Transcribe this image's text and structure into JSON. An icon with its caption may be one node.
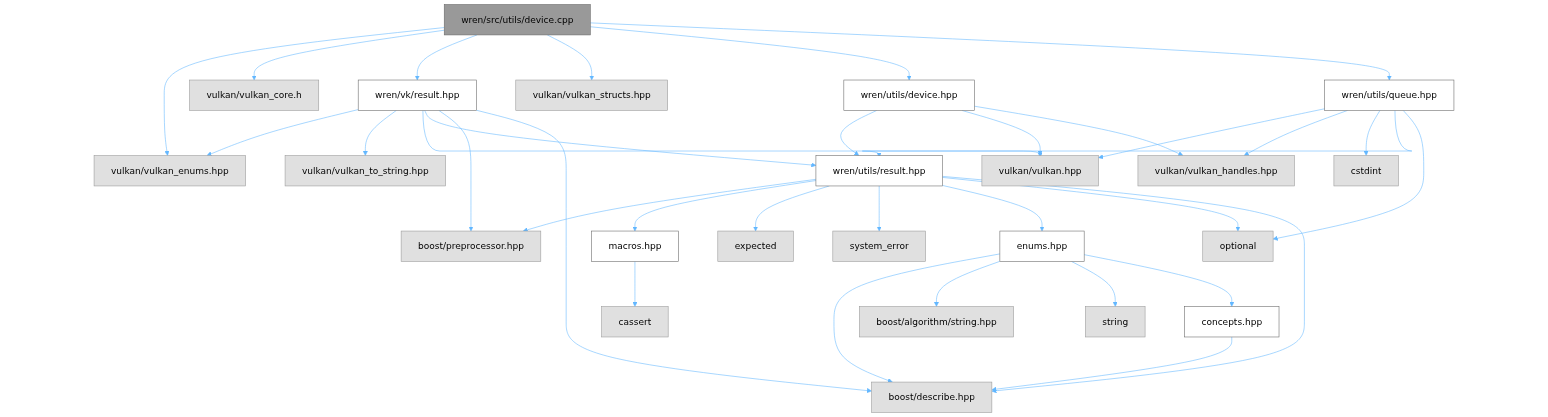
{
  "diagram": {
    "nodes": [
      {
        "text": [
          "wren/src/utils/device.cpp"
        ]
      },
      {
        "text": [
          "vulkan/vulkan_core.h"
        ]
      },
      {
        "text": [
          "wren/vk/result.hpp"
        ]
      },
      {
        "text": [
          "vulkan/vulkan_structs.hpp"
        ]
      },
      {
        "text": [
          "wren/utils/device.hpp"
        ]
      },
      {
        "text": [
          "wren/utils/queue.hpp"
        ]
      },
      {
        "text": [
          "vulkan/vulkan_enums.hpp"
        ]
      },
      {
        "text": [
          "vulkan/vulkan_to_string.hpp"
        ]
      },
      {
        "text": [
          "wren/utils/result.hpp"
        ]
      },
      {
        "text": [
          "vulkan/vulkan.hpp"
        ]
      },
      {
        "text": [
          "vulkan/vulkan_handles.hpp"
        ]
      },
      {
        "text": [
          "cstdint"
        ]
      },
      {
        "text": [
          "boost/preprocessor.hpp"
        ]
      },
      {
        "text": [
          "macros.hpp"
        ]
      },
      {
        "text": [
          "expected"
        ]
      },
      {
        "text": [
          "system_error"
        ]
      },
      {
        "text": [
          "enums.hpp"
        ]
      },
      {
        "text": [
          "optional"
        ]
      },
      {
        "text": [
          "cassert"
        ]
      },
      {
        "text": [
          "boost/algorithm/string.hpp"
        ]
      },
      {
        "text": [
          "string"
        ]
      },
      {
        "text": [
          "concepts.hpp"
        ]
      },
      {
        "text": [
          "boost/describe.hpp"
        ]
      }
    ],
    "edges": [
      {
        "from": 0,
        "to": 6,
        "arrow": "to"
      },
      {
        "from": 0,
        "to": 1,
        "arrow": "to"
      },
      {
        "from": 0,
        "to": 2,
        "arrow": "to"
      },
      {
        "from": 0,
        "to": 3,
        "arrow": "to"
      },
      {
        "from": 0,
        "to": 4,
        "arrow": "to"
      },
      {
        "from": 0,
        "to": 5,
        "arrow": "to"
      },
      {
        "from": 2,
        "to": 6,
        "arrow": "to"
      },
      {
        "from": 2,
        "to": 7,
        "arrow": "to"
      },
      {
        "from": 2,
        "to": 9,
        "arrow": "to"
      },
      {
        "from": 2,
        "to": 8,
        "arrow": "to"
      },
      {
        "from": 2,
        "to": 12,
        "arrow": "to"
      },
      {
        "from": 2,
        "to": 22,
        "arrow": "to"
      },
      {
        "from": 4,
        "to": 8,
        "arrow": "to"
      },
      {
        "from": 4,
        "to": 9,
        "arrow": "to"
      },
      {
        "from": 4,
        "to": 10,
        "arrow": "to"
      },
      {
        "from": 5,
        "to": 8,
        "arrow": "to"
      },
      {
        "from": 5,
        "to": 9,
        "arrow": "to"
      },
      {
        "from": 5,
        "to": 10,
        "arrow": "to"
      },
      {
        "from": 5,
        "to": 11,
        "arrow": "to"
      },
      {
        "from": 5,
        "to": 17,
        "arrow": "to"
      },
      {
        "from": 8,
        "to": 12,
        "arrow": "to"
      },
      {
        "from": 8,
        "to": 13,
        "arrow": "to"
      },
      {
        "from": 8,
        "to": 14,
        "arrow": "to"
      },
      {
        "from": 8,
        "to": 15,
        "arrow": "to"
      },
      {
        "from": 8,
        "to": 16,
        "arrow": "to"
      },
      {
        "from": 8,
        "to": 17,
        "arrow": "to"
      },
      {
        "from": 8,
        "to": 22,
        "arrow": "to"
      },
      {
        "from": 13,
        "to": 18,
        "arrow": "to"
      },
      {
        "from": 16,
        "to": 22,
        "arrow": "to"
      },
      {
        "from": 16,
        "to": 19,
        "arrow": "to"
      },
      {
        "from": 16,
        "to": 20,
        "arrow": "to"
      },
      {
        "from": 16,
        "to": 21,
        "arrow": "to"
      },
      {
        "from": 21,
        "to": 22,
        "arrow": "to"
      }
    ]
  }
}
